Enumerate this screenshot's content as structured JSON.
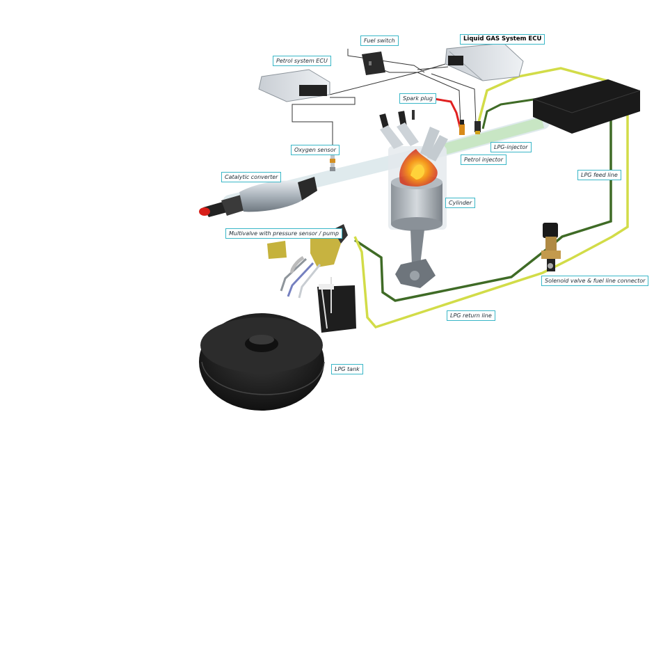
{
  "labels": {
    "fuel_switch": "Fuel switch",
    "lpg_ecu": "Liquid GAS System ECU",
    "petrol_ecu": "Petrol system ECU",
    "spark_plug": "Spark plug",
    "oxygen_sensor": "Oxygen sensor",
    "lpg_injector": "LPG-injector",
    "petrol_injector": "Petrol injector",
    "catalytic_converter": "Catalytic converter",
    "lpg_feed_line": "LPG feed line",
    "cylinder": "Cylinder",
    "multivalve": "Multivalve with pressure sensor / pump",
    "solenoid_valve": "Solenoid valve & fuel line connector",
    "lpg_return_line": "LPG return line",
    "lpg_tank": "LPG tank"
  },
  "colors": {
    "label_border": "#38b6c7",
    "lpg_feed_line": "#3f6b26",
    "lpg_return_line": "#d2dc48",
    "flame": "#f07a1a",
    "wire": "#333333"
  }
}
